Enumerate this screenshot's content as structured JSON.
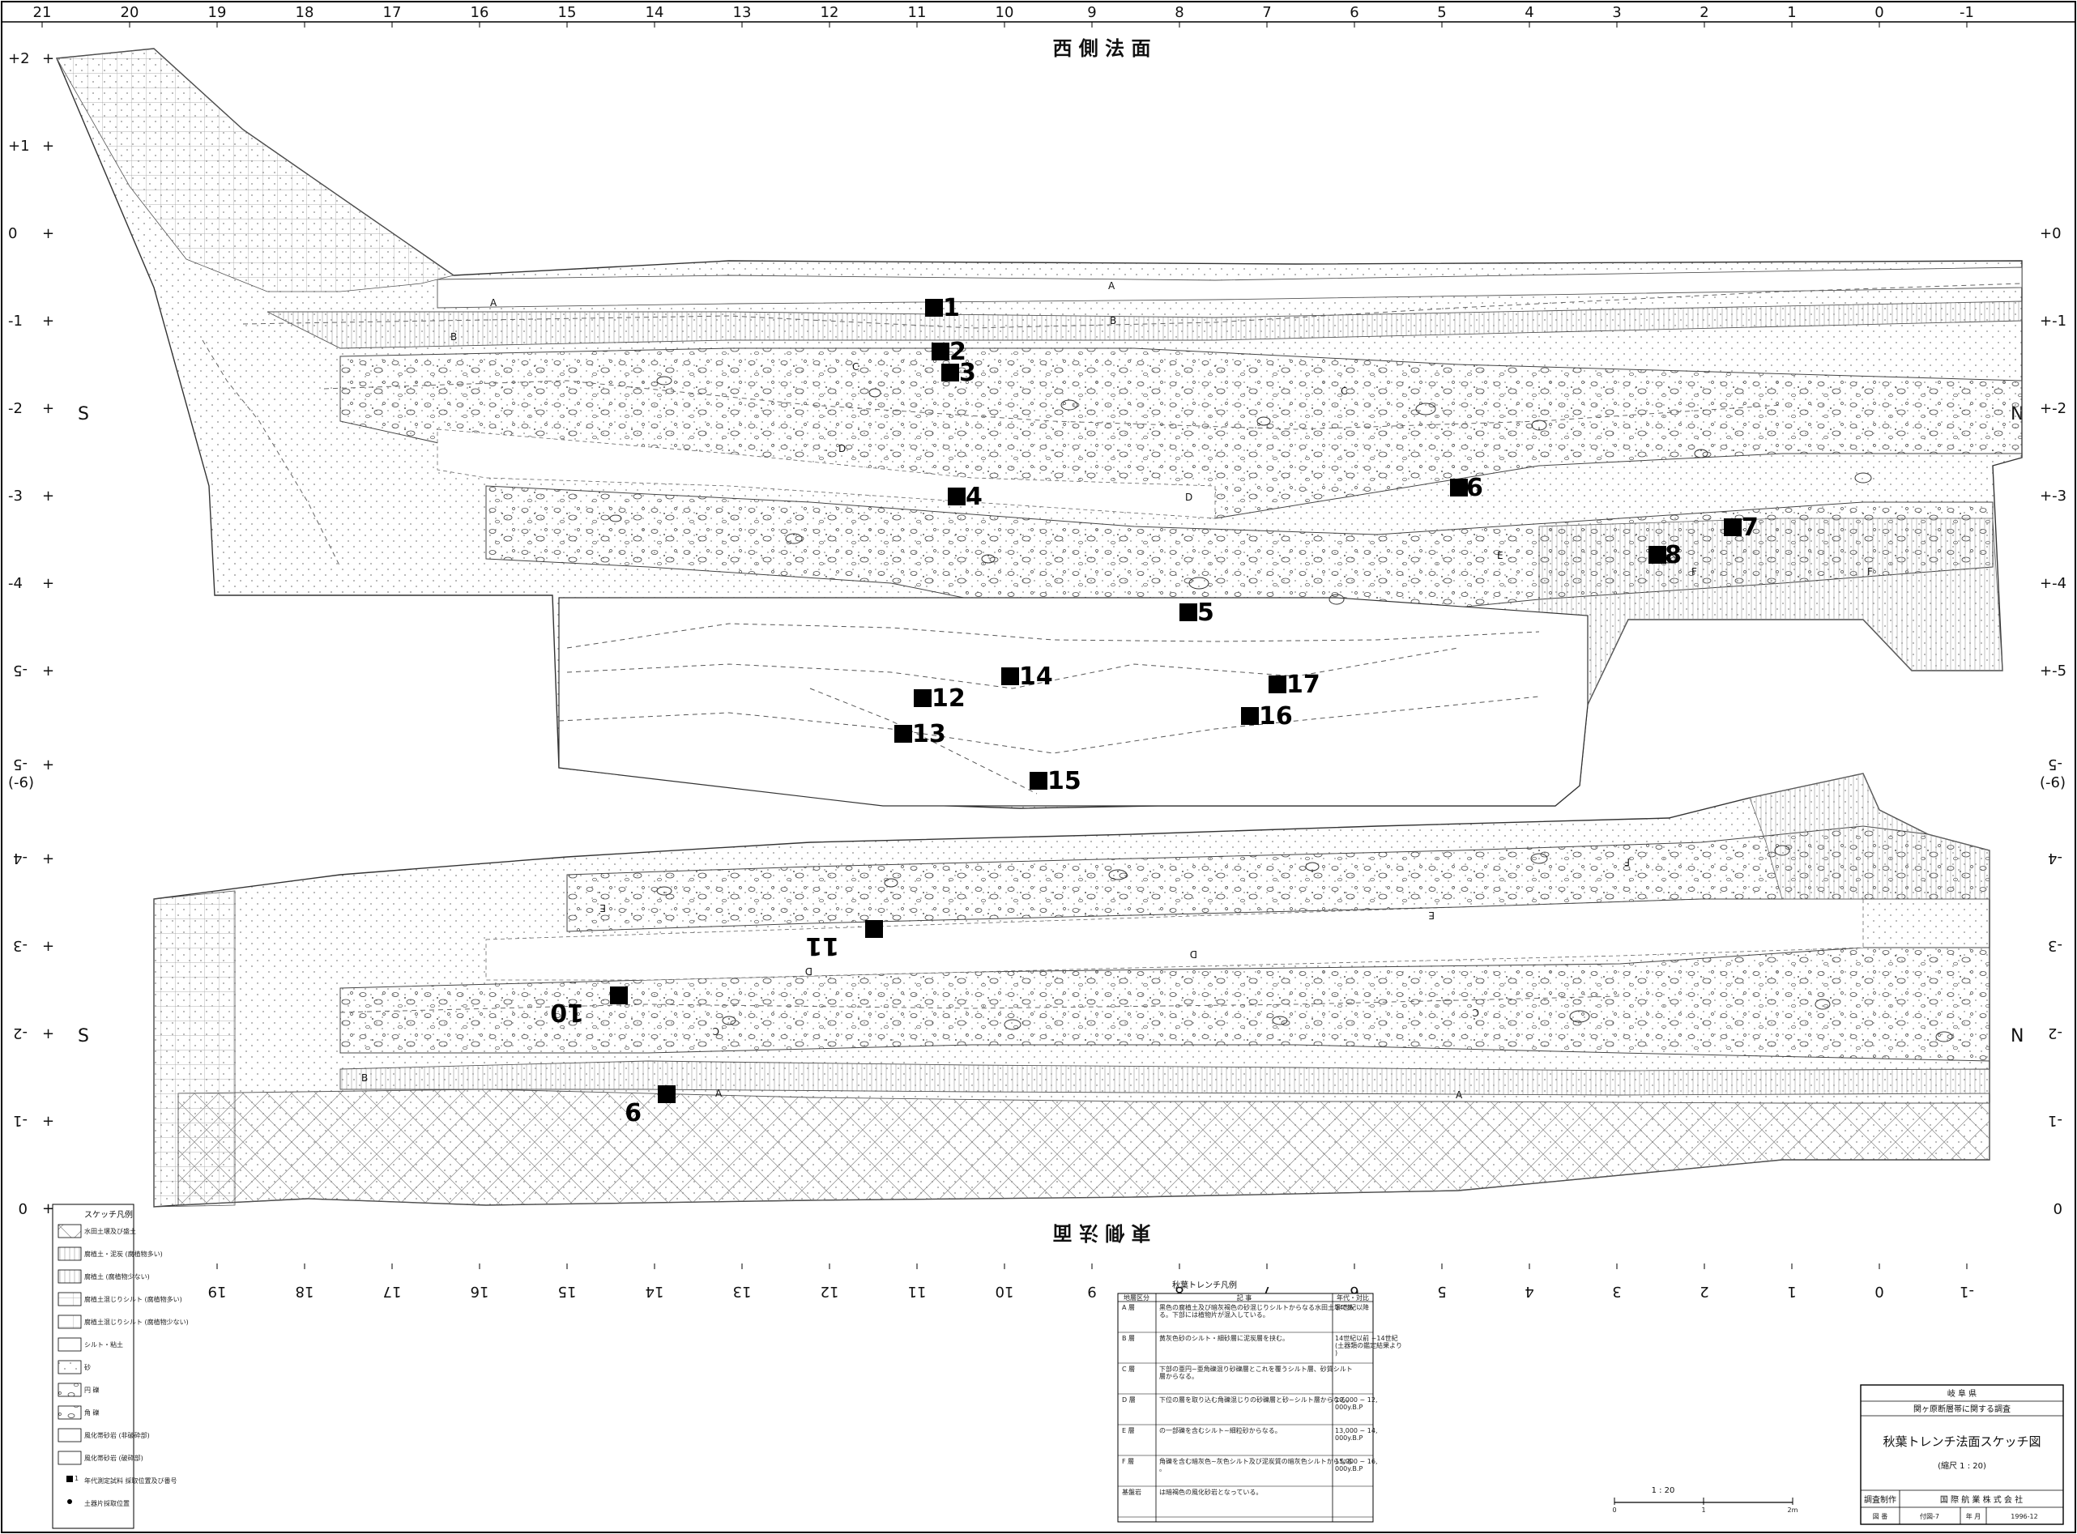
{
  "top_section_title": "西 側 法 面",
  "bottom_section_title": "東 側 法 面",
  "top_scale_labels": [
    "21",
    "20",
    "19",
    "18",
    "17",
    "16",
    "15",
    "14",
    "13",
    "12",
    "11",
    "10",
    "9",
    "8",
    "7",
    "6",
    "5",
    "4",
    "3",
    "2",
    "1",
    "0",
    "-1"
  ],
  "bottom_scale_labels": [
    "19",
    "18",
    "17",
    "16",
    "15",
    "14",
    "13",
    "12",
    "11",
    "10",
    "9",
    "8",
    "7",
    "6",
    "5",
    "4",
    "3",
    "2",
    "1",
    "0",
    "-1"
  ],
  "left_elev_labels": [
    "+2",
    "+1",
    "0",
    "-1",
    "-2",
    "-3",
    "-4",
    "-5",
    "-5",
    "(-6)",
    "-4",
    "-3",
    "-2",
    "-1",
    "0"
  ],
  "right_elev_labels": [
    "+0",
    "+-1",
    "+-2",
    "+-3",
    "+-4",
    "+-5",
    "-5",
    "(-6)",
    "-4",
    "-3",
    "-2",
    "-1",
    "0"
  ],
  "side_labels": {
    "south": "S",
    "north": "N"
  },
  "layer_letters_top": [
    "A",
    "A",
    "B",
    "B",
    "C",
    "C",
    "D",
    "D",
    "E",
    "F",
    "F"
  ],
  "layer_letters_bottom": [
    "E",
    "D",
    "D",
    "E",
    "C",
    "C",
    "B",
    "A",
    "A",
    "F"
  ],
  "sample_points_top": [
    "1",
    "2",
    "3",
    "4",
    "5",
    "6",
    "7",
    "8",
    "12",
    "13",
    "14",
    "15",
    "16",
    "17"
  ],
  "sample_points_bottom": [
    "11",
    "10",
    "9"
  ],
  "legend": {
    "title": "スケッチ凡例",
    "items": [
      "水田土壌及び盛土",
      "腐植土・泥炭 (腐植物多い)",
      "腐植土 (腐植物少ない)",
      "腐植土混じりシルト (腐植物多い)",
      "腐植土混じりシルト (腐植物少ない)",
      "シルト・粘土",
      "砂",
      "円 礫",
      "角 礫",
      "風化帯砂岩 (非破砕部)",
      "風化帯砂岩 (破砕部)",
      "年代測定試料 採取位置及び番号",
      "土器片採取位置"
    ],
    "sample_marker_label": "1"
  },
  "strata_table": {
    "title": "秋葉トレンチ凡例",
    "headers": [
      "地層区分",
      "記 事",
      "年代・対比"
    ],
    "rows": [
      {
        "layer": "A 層",
        "desc": "黒色の腐植土及び暗灰褐色の砂混じりシルトからなる水田土壌である。下部には植物片が混入している。",
        "age": "14世紀以降"
      },
      {
        "layer": "B 層",
        "desc": "黄灰色砂のシルト・細砂層に泥炭層を挟む。",
        "age": "14世紀以前 ~14世紀 (土器類の鑑定結果より)"
      },
      {
        "layer": "C 層",
        "desc": "下部の亜円~亜角礫混り砂礫層とこれを覆うシルト層、砂質シルト層からなる。",
        "age": ""
      },
      {
        "layer": "D 層",
        "desc": "下位の層を取り込む角礫混じりの砂礫層と砂~シルト層からなる。",
        "age": "10,000 ~ 12,000y.B.P"
      },
      {
        "layer": "E 層",
        "desc": "の一部礫を含むシルト~細粒砂からなる。",
        "age": "13,000 ~ 14,000y.B.P"
      },
      {
        "layer": "F 層",
        "desc": "角礫を含む暗灰色~灰色シルト及び泥炭質の暗灰色シルトからなる。",
        "age": "15,000 ~ 16,000y.B.P"
      },
      {
        "layer": "基盤岩",
        "desc": "は暗褐色の風化砂岩となっている。",
        "age": ""
      }
    ]
  },
  "scale_bar": {
    "ratio_label": "1 : 20",
    "ticks": [
      "0",
      "1",
      "2m"
    ]
  },
  "title_block": {
    "prefecture": "岐 阜 県",
    "project": "関ヶ原断層帯に関する調査",
    "title": "秋葉トレンチ法面スケッチ図",
    "scale": "(縮尺 1 : 20)",
    "made_by_label": "調査制作",
    "company": "国 際 航 業 株 式 会 社",
    "figure_label": "図 番",
    "figure_number": "付図-7",
    "date_label": "年 月",
    "date": "1996-12"
  }
}
